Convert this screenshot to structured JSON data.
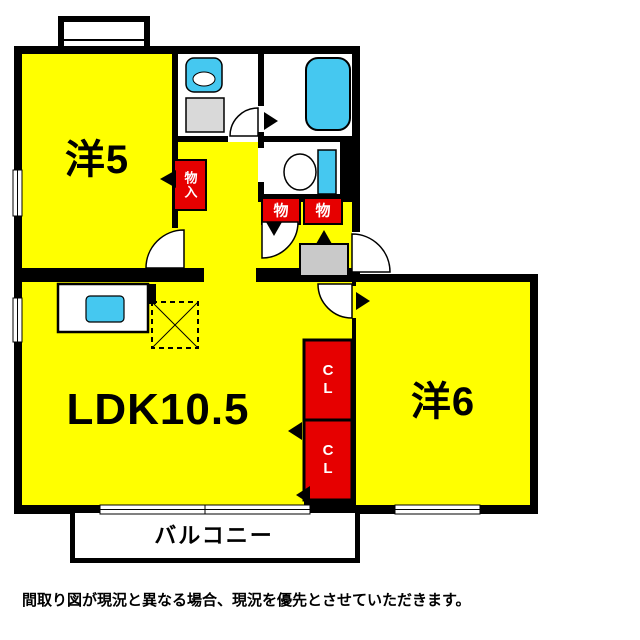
{
  "colors": {
    "bg": "#ffffff",
    "room": "#ffff00",
    "wall": "#000000",
    "fixture": "#45c8f0",
    "storage": "#e60000",
    "tile": "#c9c9c9",
    "pan": "#d9d9d9",
    "floorwhite": "#ffffff"
  },
  "rooms": {
    "yo5": {
      "label": "洋5"
    },
    "ldk": {
      "label": "LDK10.5"
    },
    "yo6": {
      "label": "洋6"
    },
    "balcony": {
      "label": "バルコニー"
    }
  },
  "storages": {
    "monoire": {
      "label": "物入"
    },
    "mono_left": {
      "label": "物"
    },
    "mono_right": {
      "label": "物"
    },
    "closet_top": {
      "label": "CL"
    },
    "closet_bottom": {
      "label": "CL"
    }
  },
  "fixtures": {
    "bathtub": "bathtub",
    "vanity": "vanity-sink",
    "washer_pan": "washing-machine-pan",
    "toilet": "toilet",
    "kitchen_counter": "kitchen-counter",
    "kitchen_sink": "kitchen-sink",
    "dining_space": "dashed-placement-square"
  },
  "note": {
    "disclaimer": "間取り図が現況と異なる場合、現況を優先とさせていただきます。"
  }
}
